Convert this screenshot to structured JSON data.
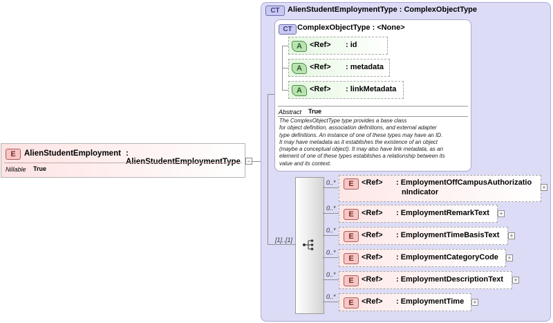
{
  "root": {
    "badge": "E",
    "name": "AlienStudentEmployment",
    "type": ": AlienStudentEmploymentType",
    "prop_label": "Nillable",
    "prop_value": "True",
    "collapse": "−"
  },
  "outer_type": {
    "badge": "CT",
    "title": "AlienStudentEmploymentType : ComplexObjectType"
  },
  "base_type": {
    "badge": "CT",
    "title": "ComplexObjectType : <None>",
    "attributes": [
      {
        "badge": "A",
        "ref": "<Ref>",
        "name": ": id"
      },
      {
        "badge": "A",
        "ref": "<Ref>",
        "name": ": metadata"
      },
      {
        "badge": "A",
        "ref": "<Ref>",
        "name": ": linkMetadata"
      }
    ],
    "abstract_label": "Abstract",
    "abstract_value": "True",
    "description": [
      "The ComplexObjectType type provides a base class",
      "for object definition, association definitions, and external adapter",
      "type definitions. An instance of one of these types may have an ID.",
      "It may have metadata as it establishes the existence of an object",
      "(maybe a conceptual object). It may also have link metadata, as an",
      "element of one of these types establishes a relationship between its",
      "value and its context."
    ]
  },
  "sequence": {
    "occurrence": "[1]..[1]"
  },
  "elements": [
    {
      "occ": "0..*",
      "badge": "E",
      "ref": "<Ref>",
      "name_line1": ": EmploymentOffCampusAuthorizatio",
      "name_line2": "nIndicator",
      "expand": "+"
    },
    {
      "occ": "0..*",
      "badge": "E",
      "ref": "<Ref>",
      "name_line1": ": EmploymentRemarkText",
      "name_line2": "",
      "expand": "+"
    },
    {
      "occ": "0..*",
      "badge": "E",
      "ref": "<Ref>",
      "name_line1": ": EmploymentTimeBasisText",
      "name_line2": "",
      "expand": "+"
    },
    {
      "occ": "0..*",
      "badge": "E",
      "ref": "<Ref>",
      "name_line1": ": EmploymentCategoryCode",
      "name_line2": "",
      "expand": "+"
    },
    {
      "occ": "0..*",
      "badge": "E",
      "ref": "<Ref>",
      "name_line1": ": EmploymentDescriptionText",
      "name_line2": "",
      "expand": "+"
    },
    {
      "occ": "0..*",
      "badge": "E",
      "ref": "<Ref>",
      "name_line1": ": EmploymentTime",
      "name_line2": "",
      "expand": "+"
    }
  ]
}
